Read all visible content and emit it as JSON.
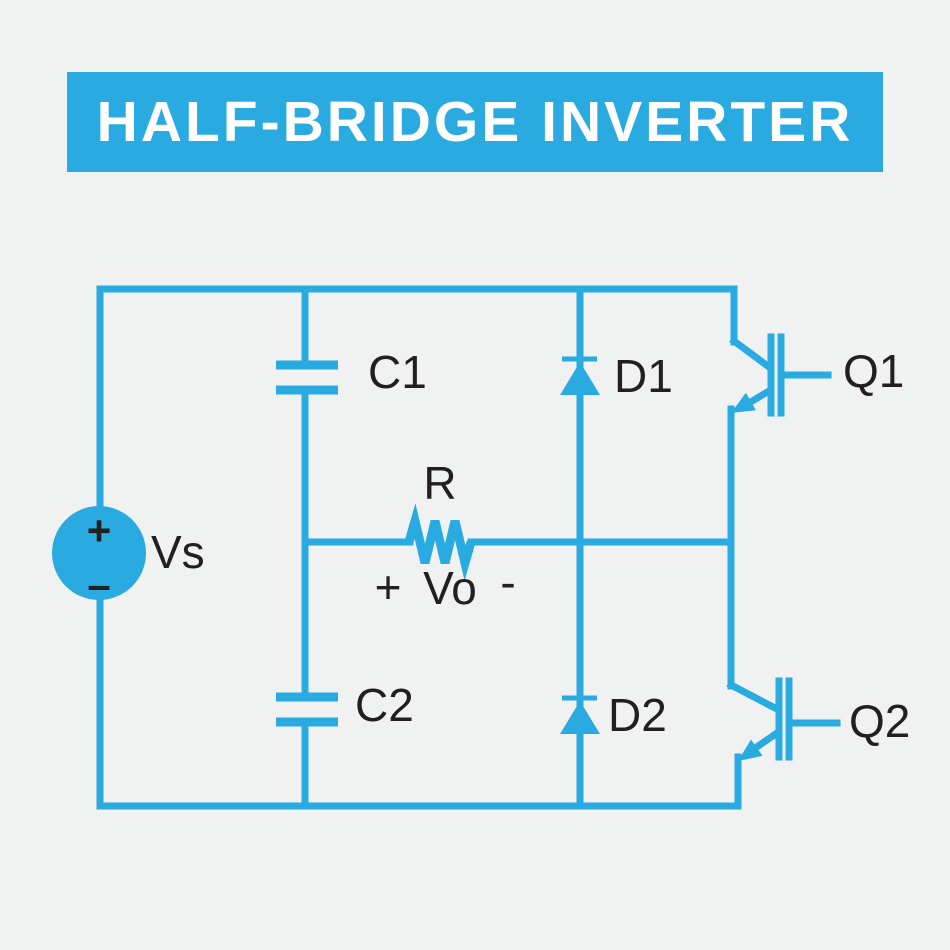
{
  "theme": {
    "accent": "#29ABE2",
    "ink": "#231F20",
    "bg": "#F0F2F1",
    "title_text": "#FFFFFF"
  },
  "title": {
    "text": "HALF-BRIDGE INVERTER"
  },
  "circuit": {
    "source": {
      "label": "Vs",
      "plus": "+",
      "minus": "–"
    },
    "capacitors": {
      "c1": "C1",
      "c2": "C2"
    },
    "diodes": {
      "d1": "D1",
      "d2": "D2"
    },
    "transistors": {
      "q1": "Q1",
      "q2": "Q2"
    },
    "resistor": {
      "label": "R"
    },
    "output": {
      "plus": "+",
      "label": "Vo",
      "minus": "-"
    }
  }
}
